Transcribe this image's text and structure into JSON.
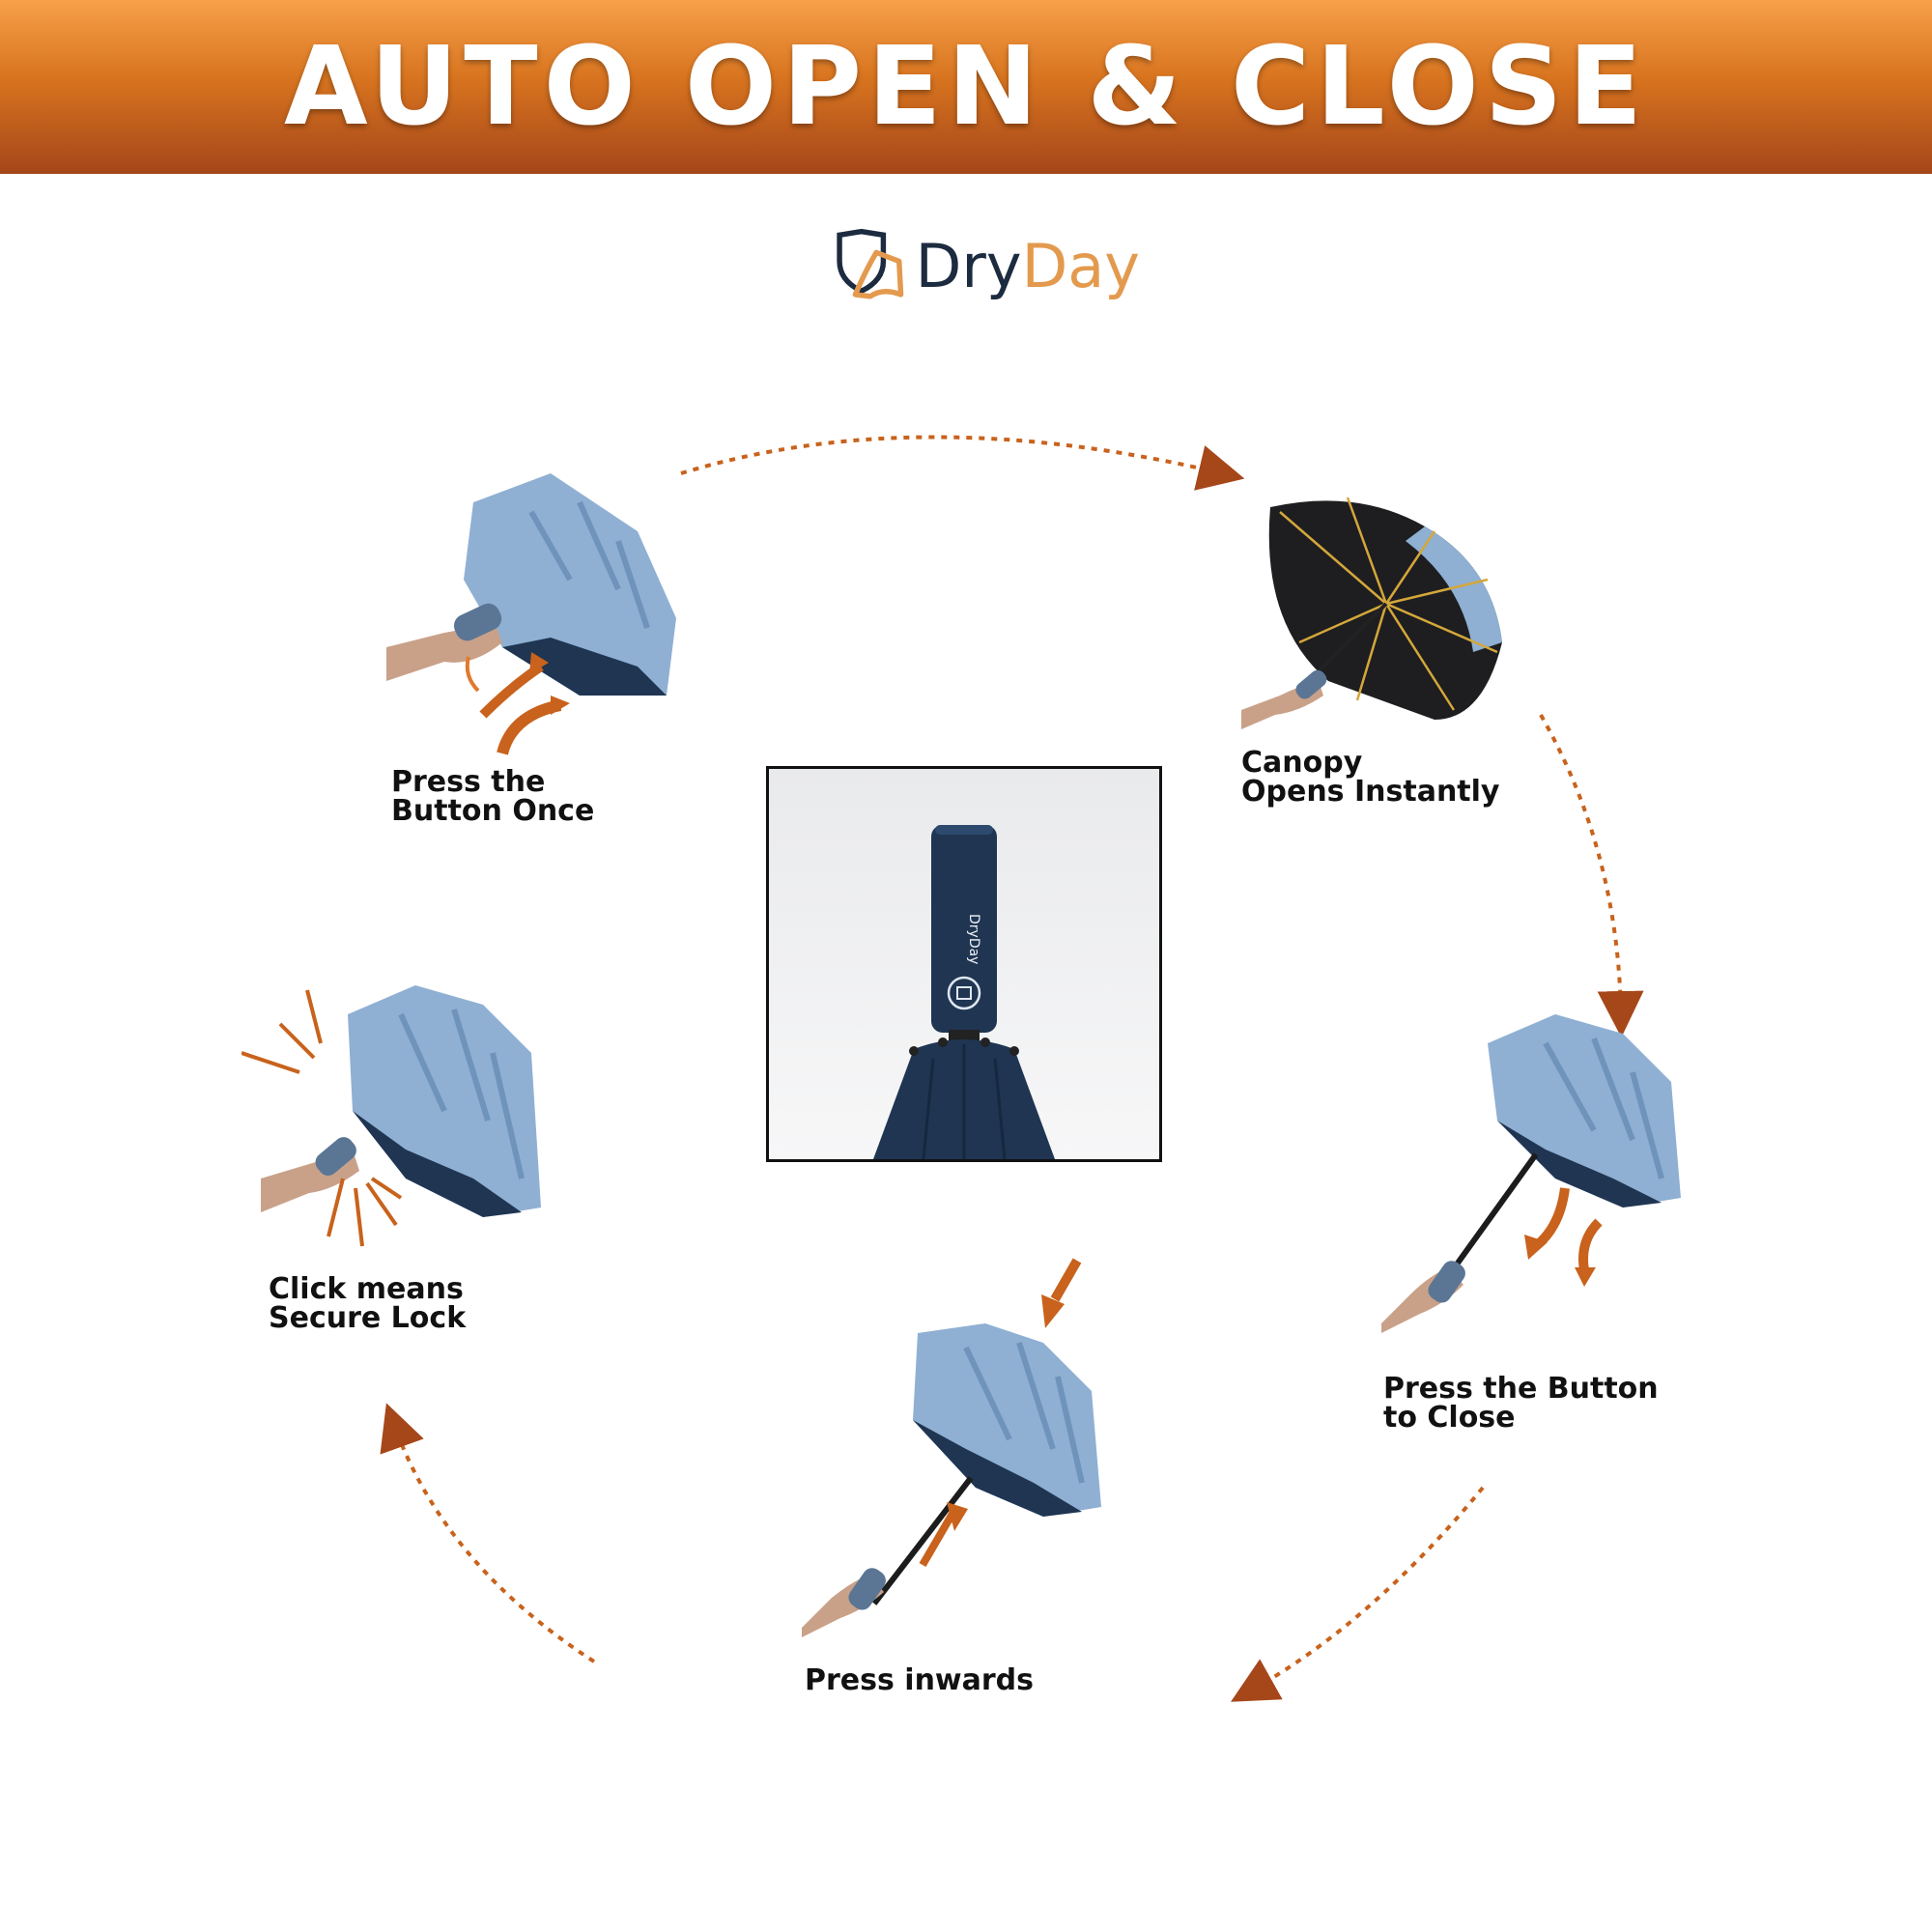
{
  "banner": {
    "title": "AUTO OPEN & CLOSE"
  },
  "logo": {
    "brand_part1": "Dry",
    "brand_part2": "Day"
  },
  "product": {
    "handle_text": "DryDay"
  },
  "steps": [
    {
      "caption": "Press the\nButton Once"
    },
    {
      "caption": "Canopy\nOpens Instantly"
    },
    {
      "caption": "Press the Button\nto Close"
    },
    {
      "caption": "Press inwards"
    },
    {
      "caption": "Click means\nSecure Lock"
    }
  ],
  "colors": {
    "banner_top": "#f7a04a",
    "banner_bottom": "#a5461a",
    "accent_orange": "#c8621c",
    "canopy_blue": "#8fb0d3",
    "canopy_navy": "#1f3552",
    "brand_navy": "#1c2b3f",
    "brand_orange": "#e39a4e"
  }
}
